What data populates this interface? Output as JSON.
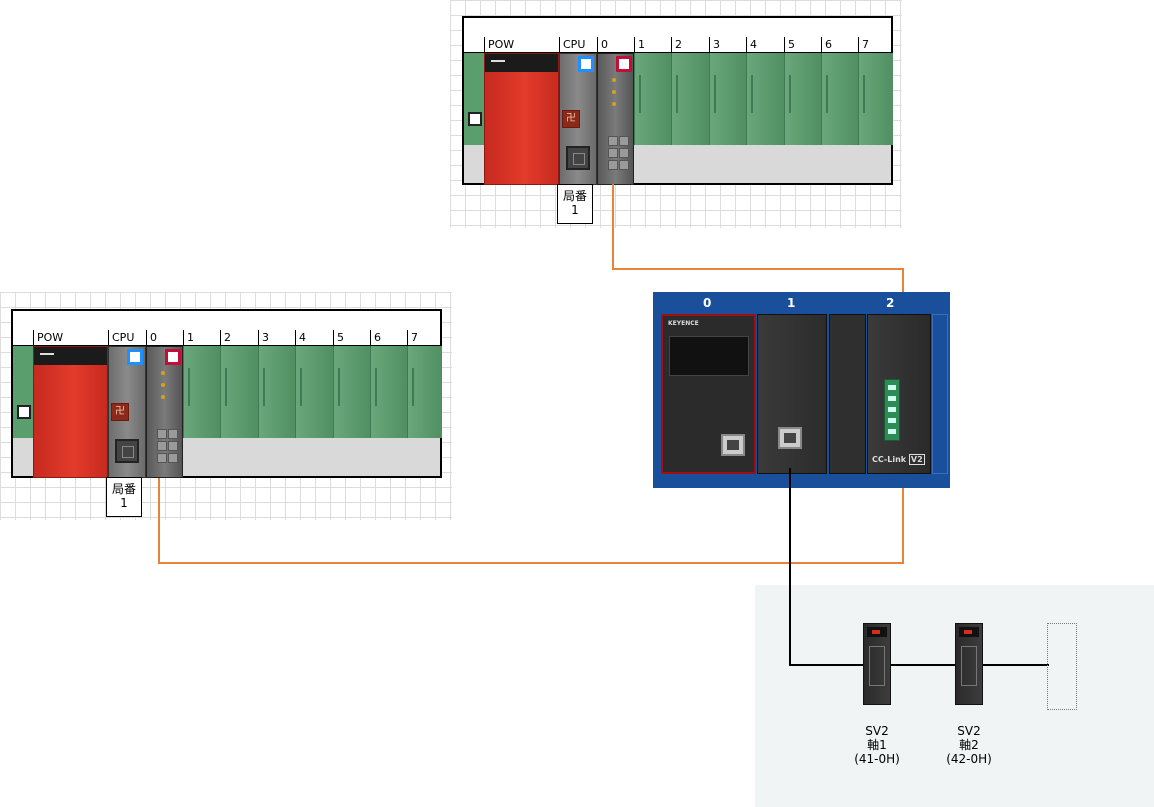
{
  "rack_top": {
    "slots": [
      "POW",
      "CPU",
      "0",
      "1",
      "2",
      "3",
      "4",
      "5",
      "6",
      "7"
    ],
    "station_label": "局番",
    "station_number": "1"
  },
  "rack_left": {
    "slots": [
      "POW",
      "CPU",
      "0",
      "1",
      "2",
      "3",
      "4",
      "5",
      "6",
      "7"
    ],
    "station_label": "局番",
    "station_number": "1"
  },
  "kv_unit": {
    "slot_numbers": [
      "0",
      "1",
      "2"
    ],
    "brand": "KEYENCE",
    "network_label": "CC-Link",
    "network_version": "V2"
  },
  "servos": [
    {
      "model": "SV2",
      "axis": "軸1",
      "address": "(41-0H)"
    },
    {
      "model": "SV2",
      "axis": "軸2",
      "address": "(42-0H)"
    }
  ],
  "colors": {
    "link_cable": "#e8843a",
    "ethernet_cable": "#000000",
    "kv_background": "#1a4f9c",
    "power_module": "#d93427",
    "io_slots": "#5a9e6e"
  }
}
